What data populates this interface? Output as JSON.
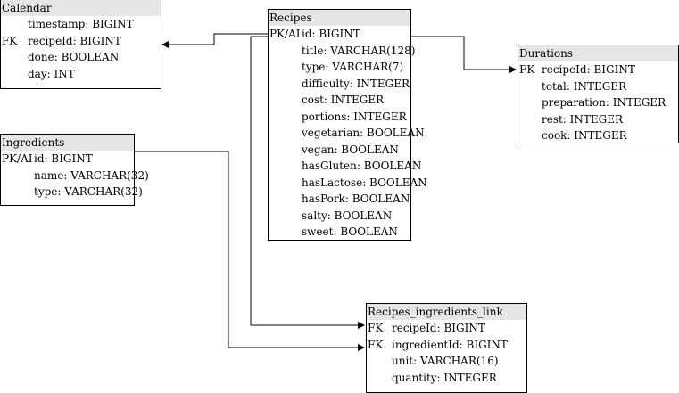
{
  "tables": {
    "calendar": {
      "title": "Calendar",
      "rows": [
        {
          "key": "",
          "field": "timestamp: BIGINT"
        },
        {
          "key": "FK",
          "field": "recipeId: BIGINT"
        },
        {
          "key": "",
          "field": "done: BOOLEAN"
        },
        {
          "key": "",
          "field": "day: INT"
        }
      ]
    },
    "recipes": {
      "title": "Recipes",
      "rows": [
        {
          "key": "PK/AI",
          "field": "id: BIGINT"
        },
        {
          "key": "",
          "field": "title: VARCHAR(128)"
        },
        {
          "key": "",
          "field": "type: VARCHAR(7)"
        },
        {
          "key": "",
          "field": "difficulty: INTEGER"
        },
        {
          "key": "",
          "field": "cost: INTEGER"
        },
        {
          "key": "",
          "field": "portions: INTEGER"
        },
        {
          "key": "",
          "field": "vegetarian: BOOLEAN"
        },
        {
          "key": "",
          "field": "vegan: BOOLEAN"
        },
        {
          "key": "",
          "field": "hasGluten: BOOLEAN"
        },
        {
          "key": "",
          "field": "hasLactose: BOOLEAN"
        },
        {
          "key": "",
          "field": "hasPork: BOOLEAN"
        },
        {
          "key": "",
          "field": "salty: BOOLEAN"
        },
        {
          "key": "",
          "field": "sweet: BOOLEAN"
        }
      ]
    },
    "durations": {
      "title": "Durations",
      "rows": [
        {
          "key": "FK",
          "field": "recipeId: BIGINT"
        },
        {
          "key": "",
          "field": "total: INTEGER"
        },
        {
          "key": "",
          "field": "preparation: INTEGER"
        },
        {
          "key": "",
          "field": "rest: INTEGER"
        },
        {
          "key": "",
          "field": "cook: INTEGER"
        }
      ]
    },
    "ingredients": {
      "title": "Ingredients",
      "rows": [
        {
          "key": "PK/AI",
          "field": "id: BIGINT"
        },
        {
          "key": "",
          "field": "name: VARCHAR(32)"
        },
        {
          "key": "",
          "field": "type: VARCHAR(32)"
        }
      ]
    },
    "link": {
      "title": "Recipes_ingredients_link",
      "rows": [
        {
          "key": "FK",
          "field": "recipeId: BIGINT"
        },
        {
          "key": "FK",
          "field": "ingredientId: BIGINT"
        },
        {
          "key": "",
          "field": "unit: VARCHAR(16)"
        },
        {
          "key": "",
          "field": "quantity: INTEGER"
        }
      ]
    }
  }
}
